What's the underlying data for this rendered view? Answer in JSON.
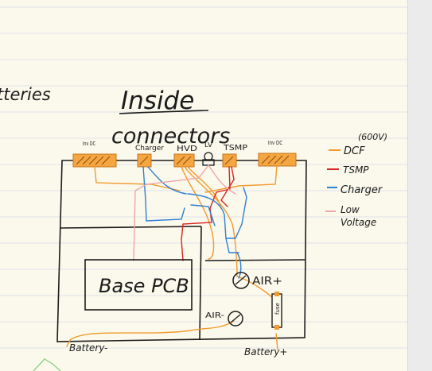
{
  "title": "Inside",
  "subtitle": "connectors",
  "partial_heading": "tteries",
  "connectors": {
    "inv_dc_left": "Inv DC",
    "charger": "Charger",
    "hvd": "HVD",
    "lv": "LV",
    "tsmp": "TSMP",
    "inv_dc_right": "Inv DC"
  },
  "boxes": {
    "base_pcb": "Base PCB",
    "air_plus": "AIR+",
    "air_minus": "AIR-",
    "fuse": "fuse"
  },
  "terminals": {
    "battery_minus": "Battery-",
    "battery_plus": "Battery+"
  },
  "legend": {
    "note": "(600V)",
    "items": [
      {
        "label": "DCF",
        "color": "#f29a2e"
      },
      {
        "label": "TSMP",
        "color": "#d8241f"
      },
      {
        "label": "Charger",
        "color": "#2f7fd6"
      },
      {
        "label": "Low Voltage",
        "color": "#f0a6a8"
      }
    ]
  },
  "colors": {
    "paper": "#fbf9ec",
    "rule_line": "#dfe2ec",
    "ink": "#1c1c1c",
    "dcf": "#f29a2e",
    "tsmp": "#d8241f",
    "charger": "#2f7fd6",
    "low_voltage": "#f0a6a8",
    "highlight": "#f4a640"
  }
}
